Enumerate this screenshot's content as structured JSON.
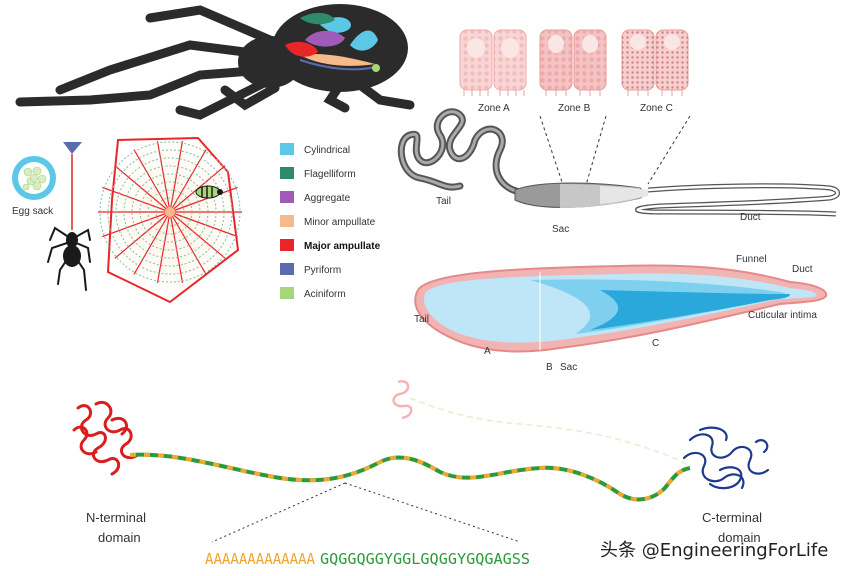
{
  "colors": {
    "cylindrical": "#5bc8e8",
    "flagelliform": "#2e8b6a",
    "aggregate": "#a05ab8",
    "minor_ampullate": "#f5b98a",
    "major_ampullate": "#e8262a",
    "pyriform": "#5b6bb0",
    "aciniform": "#a8d47a",
    "polyalanine": "#f0a830",
    "glycine_rich": "#2a9a3a",
    "n_terminal": "#d81e1e",
    "c_terminal": "#1e3a8a"
  },
  "legend": [
    {
      "label": "Cylindrical",
      "color_key": "cylindrical",
      "bold": false
    },
    {
      "label": "Flagelliform",
      "color_key": "flagelliform",
      "bold": false
    },
    {
      "label": "Aggregate",
      "color_key": "aggregate",
      "bold": false
    },
    {
      "label": "Minor ampullate",
      "color_key": "minor_ampullate",
      "bold": false
    },
    {
      "label": "Major ampullate",
      "color_key": "major_ampullate",
      "bold": true
    },
    {
      "label": "Pyriform",
      "color_key": "pyriform",
      "bold": false
    },
    {
      "label": "Aciniform",
      "color_key": "aciniform",
      "bold": false
    }
  ],
  "labels": {
    "egg_sack": "Egg sack",
    "zone_a": "Zone A",
    "zone_b": "Zone B",
    "zone_c": "Zone C",
    "gland_tail": "Tail",
    "gland_sac": "Sac",
    "gland_duct": "Duct",
    "cs_funnel": "Funnel",
    "cs_duct": "Duct",
    "cs_intima": "Cuticular intima",
    "cs_tail": "Tail",
    "cs_a": "A",
    "cs_b": "B",
    "cs_sac": "Sac",
    "cs_c": "C",
    "n_terminal_1": "N-terminal",
    "n_terminal_2": "domain",
    "c_terminal_1": "C-terminal",
    "c_terminal_2": "domain",
    "seq_poly_a": "AAAAAAAAAAAAA",
    "seq_gly": "GQGGQGGYGGLGQGGYGQGAGSS",
    "watermark": "头条 @EngineeringForLife"
  }
}
